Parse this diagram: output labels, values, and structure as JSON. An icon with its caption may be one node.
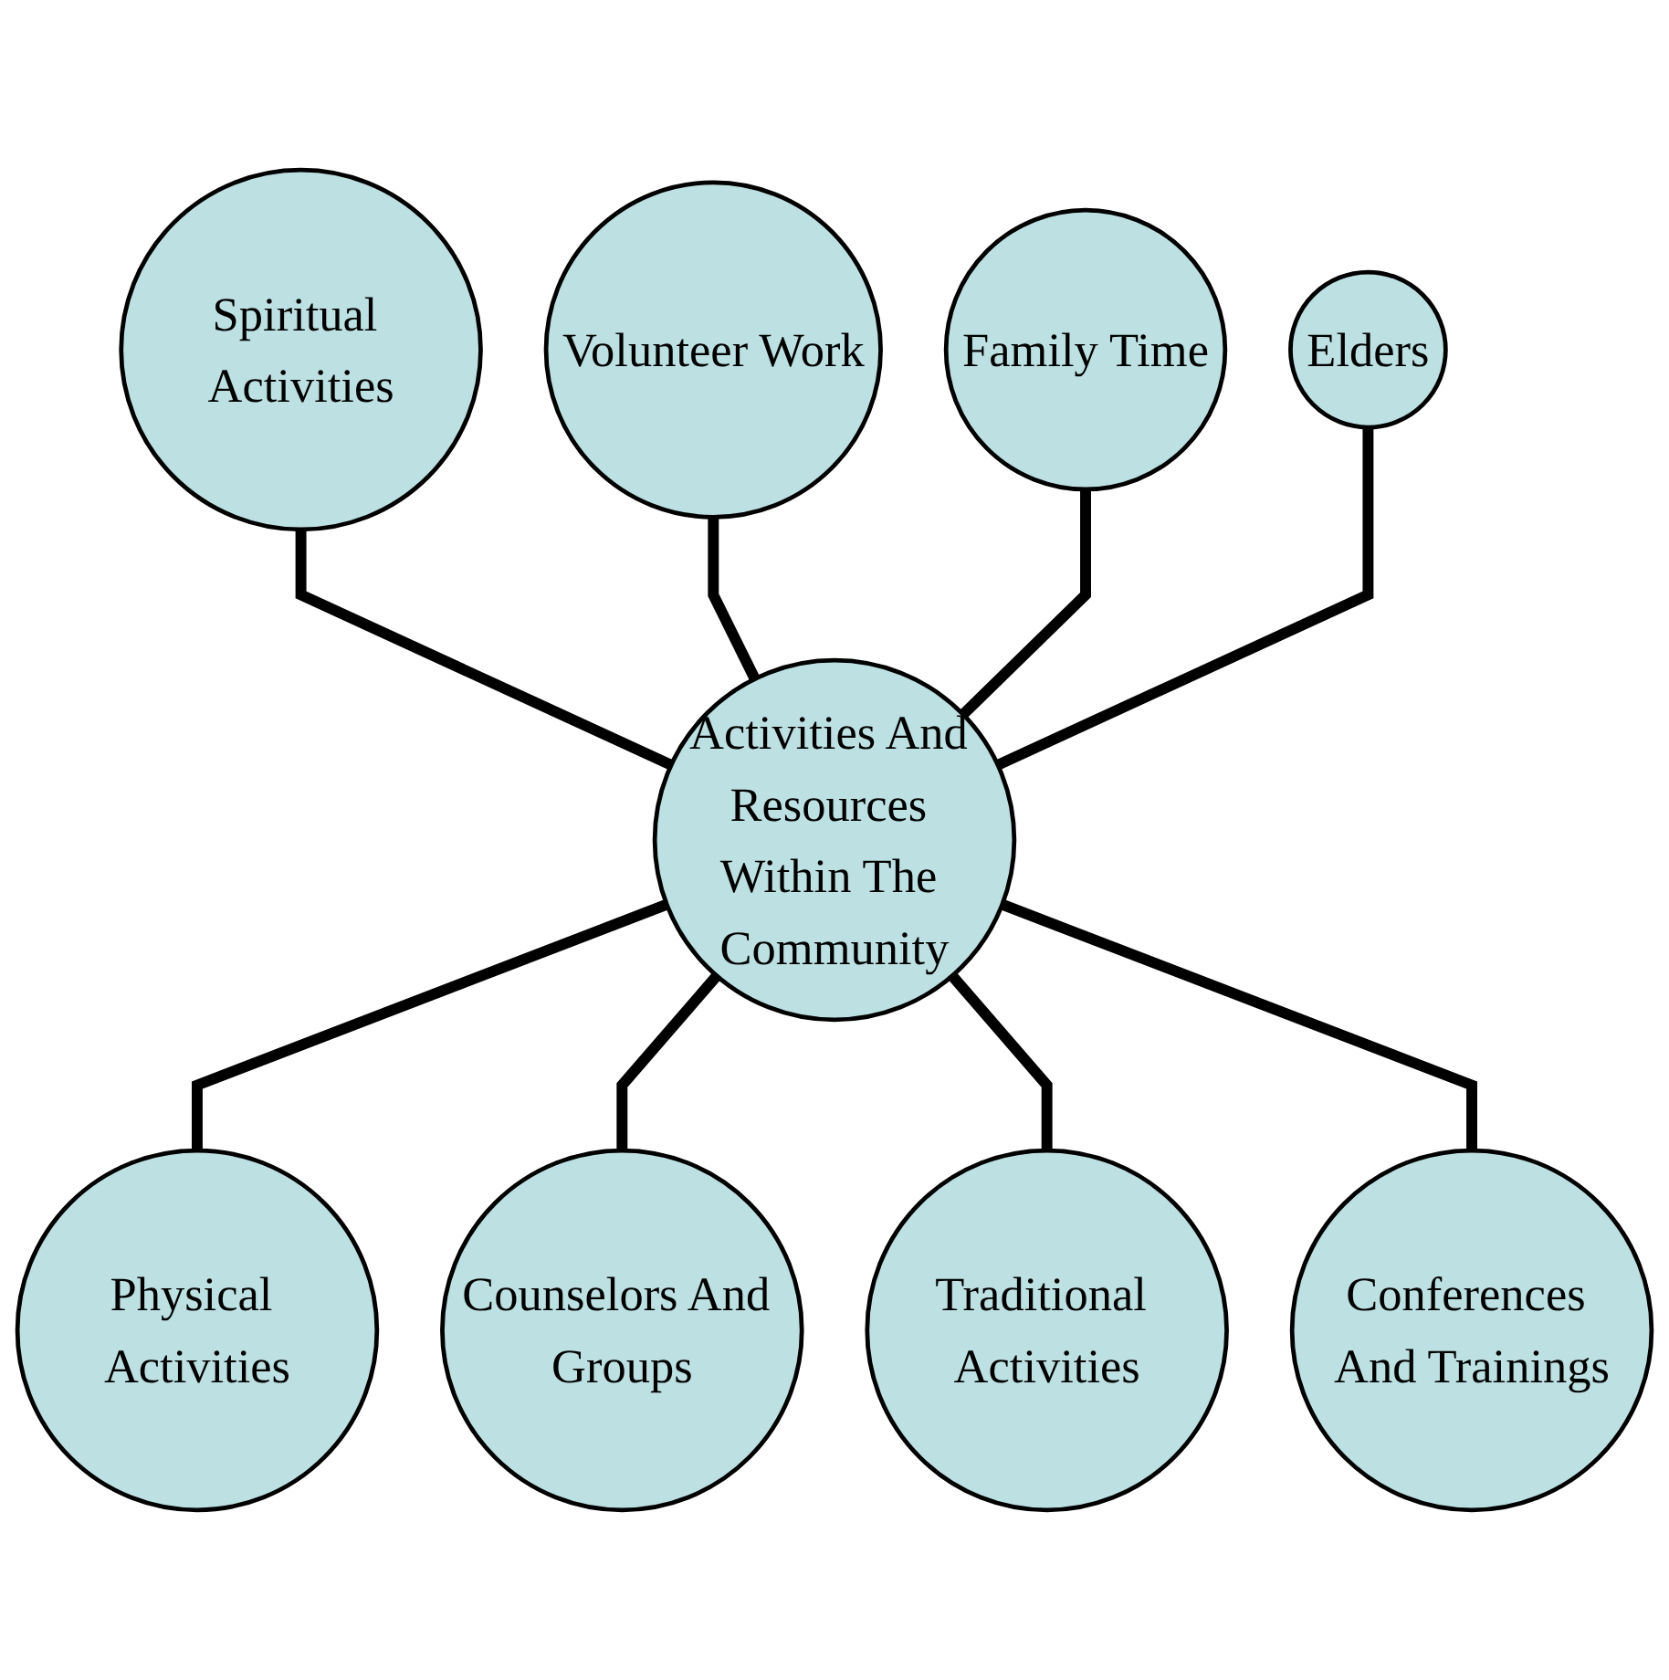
{
  "diagram": {
    "nodes": [
      {
        "text": [
          "Activities And Resources Within The Community"
        ]
      },
      {
        "text": [
          "Spiritual Activities"
        ]
      },
      {
        "text": [
          "Volunteer Work"
        ]
      },
      {
        "text": [
          "Family Time"
        ]
      },
      {
        "text": [
          "Elders"
        ]
      },
      {
        "text": [
          "Physical Activities"
        ]
      },
      {
        "text": [
          "Counselors And Groups"
        ]
      },
      {
        "text": [
          "Traditional Activities"
        ]
      },
      {
        "text": [
          "Conferences And Trainings"
        ]
      }
    ],
    "edges": [
      {
        "from": 1,
        "to": 0,
        "arrow": "none"
      },
      {
        "from": 2,
        "to": 0,
        "arrow": "none"
      },
      {
        "from": 3,
        "to": 0,
        "arrow": "none"
      },
      {
        "from": 4,
        "to": 0,
        "arrow": "none"
      },
      {
        "from": 0,
        "to": 5,
        "arrow": "none"
      },
      {
        "from": 0,
        "to": 6,
        "arrow": "none"
      },
      {
        "from": 0,
        "to": 7,
        "arrow": "none"
      },
      {
        "from": 0,
        "to": 8,
        "arrow": "none"
      }
    ]
  }
}
